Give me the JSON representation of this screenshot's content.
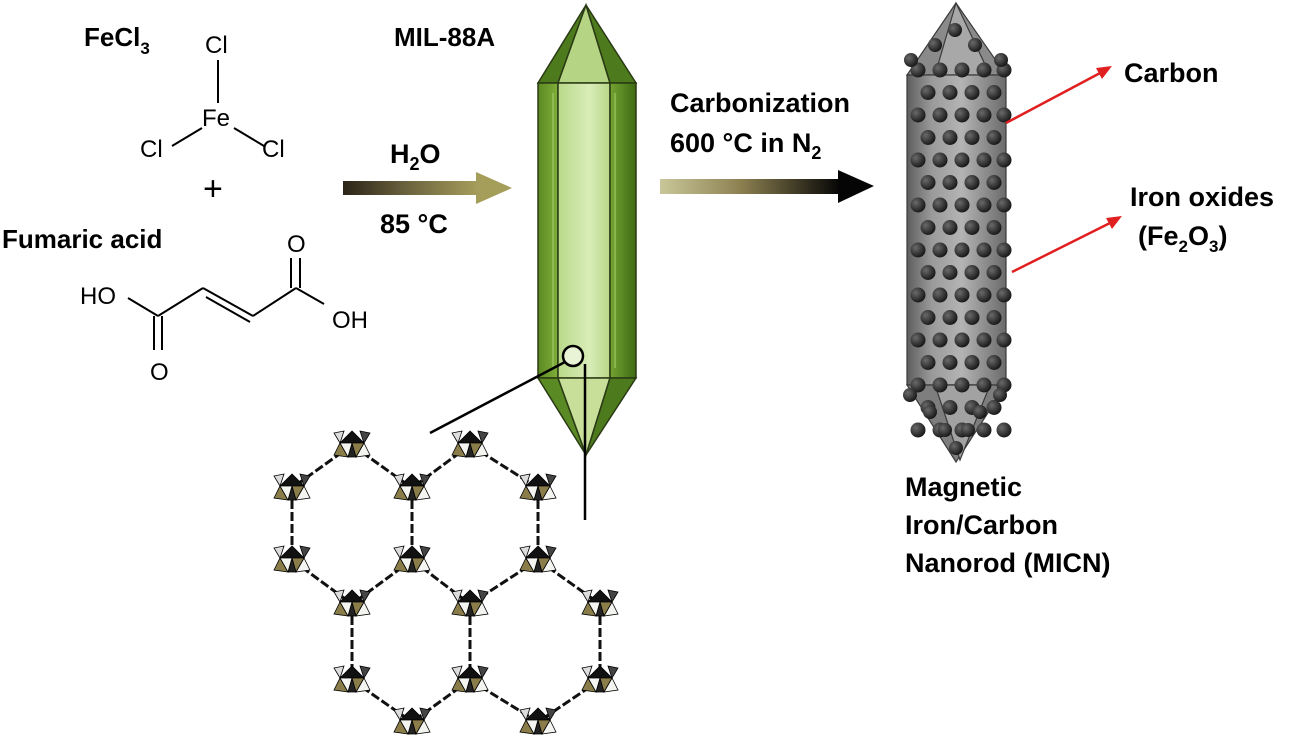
{
  "reactants": {
    "fecl3": {
      "label": "FeCl",
      "sub": "3"
    },
    "fecl3_atoms": {
      "top": "Cl",
      "center": "Fe",
      "left": "Cl",
      "right": "Cl"
    },
    "plus": "+",
    "fumaric": {
      "label": "Fumaric acid"
    },
    "fumaric_atoms": {
      "ho": "HO",
      "o_top": "O",
      "oh": "OH",
      "o_bottom": "O"
    }
  },
  "step1": {
    "solvent": "H",
    "solvent_sub": "2",
    "solvent_tail": "O",
    "temp": "85 °C"
  },
  "mof": {
    "label": "MIL-88A"
  },
  "step2": {
    "line1": "Carbonization",
    "line2": "600 °C in N",
    "line2_sub": "2"
  },
  "product": {
    "carbon": "Carbon",
    "iron_oxides": "Iron oxides",
    "fe2o3": {
      "pre": "(Fe",
      "s1": "2",
      "mid": "O",
      "s2": "3",
      "post": ")"
    },
    "name_line1": "Magnetic",
    "name_line2": "Iron/Carbon",
    "name_line3": "Nanorod (MICN)"
  },
  "colors": {
    "crystal_light": "#c8df9a",
    "crystal_mid": "#8fbf4a",
    "crystal_dark": "#4e7a1e",
    "rod_grey": "#8a8a8a",
    "particle": "#2a2a2a",
    "pointer_red": "#e02020",
    "arrow_khaki": "#8c8050",
    "tetra_olive": "#8a7d4a"
  }
}
